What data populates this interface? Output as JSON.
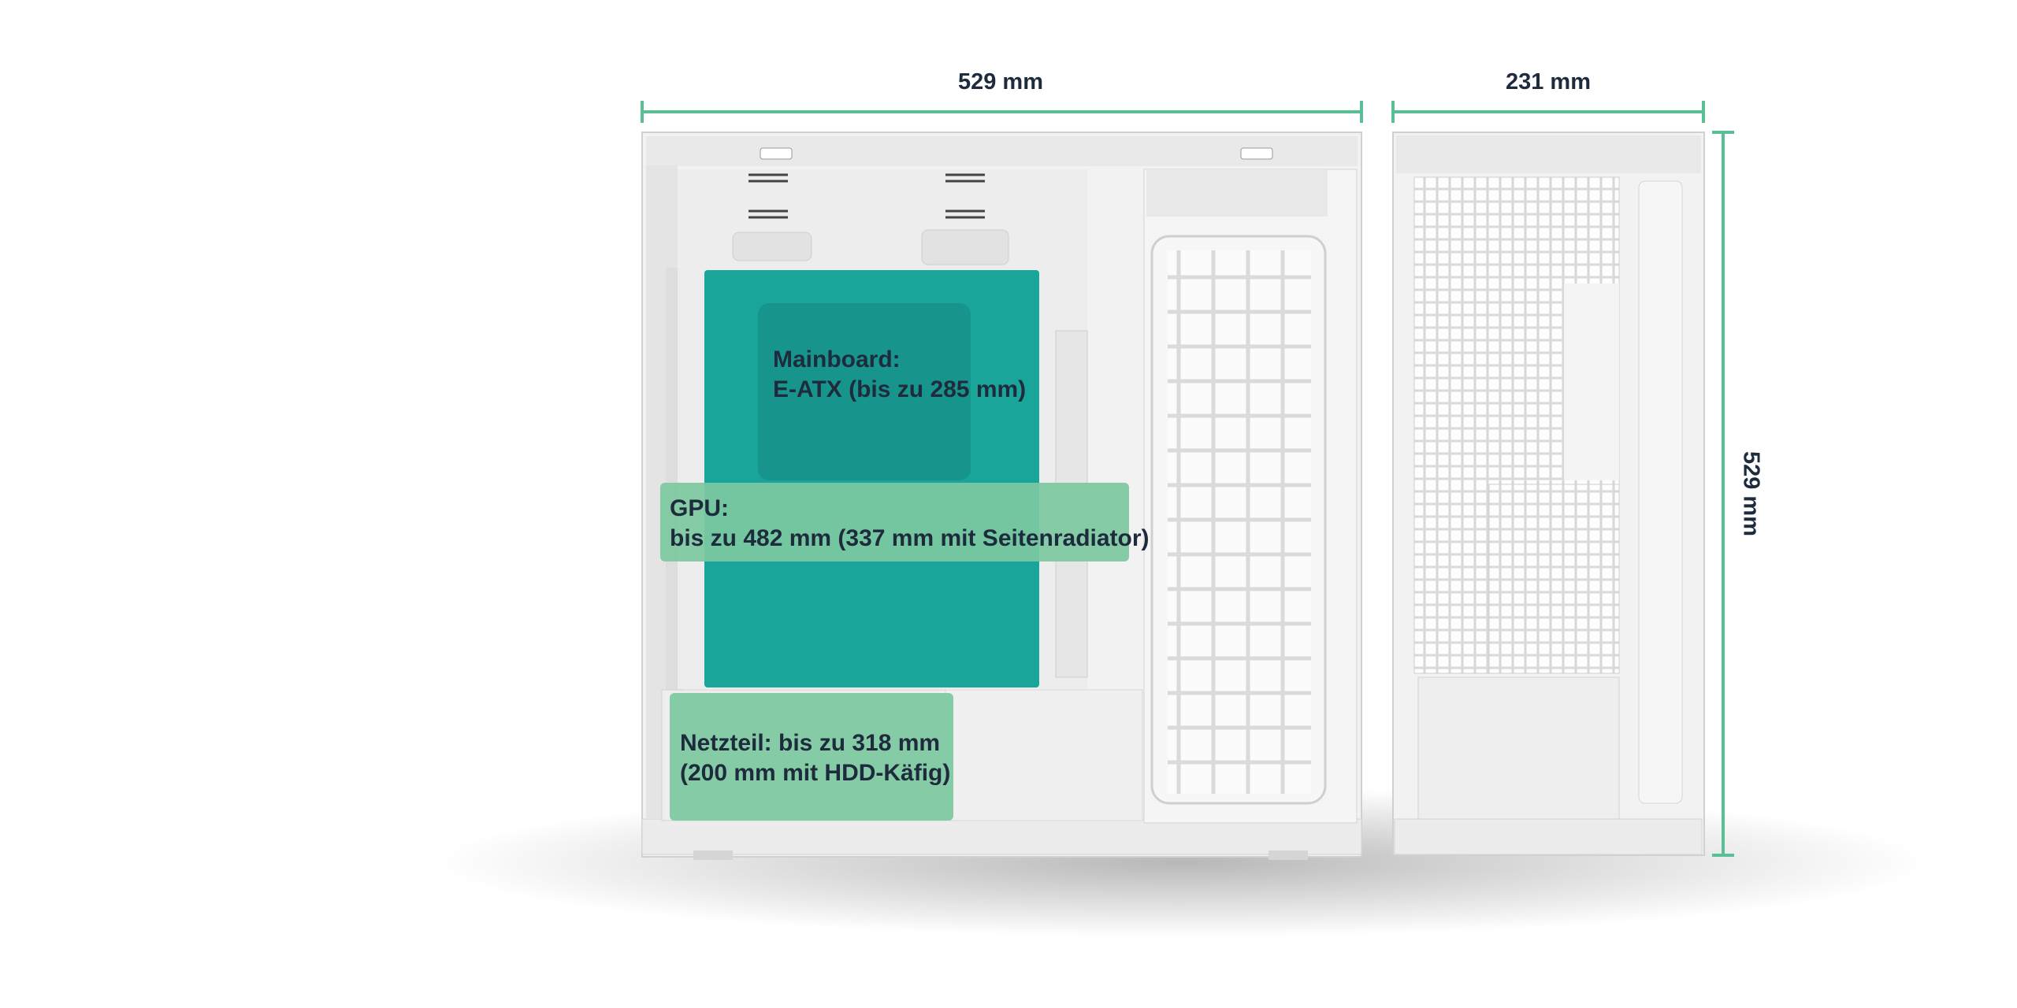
{
  "dimensions": {
    "front_width": "529 mm",
    "side_depth": "231 mm",
    "height": "529 mm"
  },
  "zones": {
    "mainboard": {
      "line1": "Mainboard:",
      "line2": "E-ATX (bis zu 285 mm)",
      "color": "#1aa59b"
    },
    "gpu": {
      "line1": "GPU:",
      "line2": "bis zu 482 mm (337 mm mit Seitenradiator)",
      "color": "#7cc8a0"
    },
    "psu": {
      "line1": "Netzteil: bis zu 318 mm",
      "line2": "(200 mm mit HDD-Käfig)",
      "color": "#7cc8a0"
    }
  },
  "colors": {
    "dimension_line": "#5bbf96",
    "text": "#1e2b3c",
    "case_body": "#f3f3f3"
  }
}
